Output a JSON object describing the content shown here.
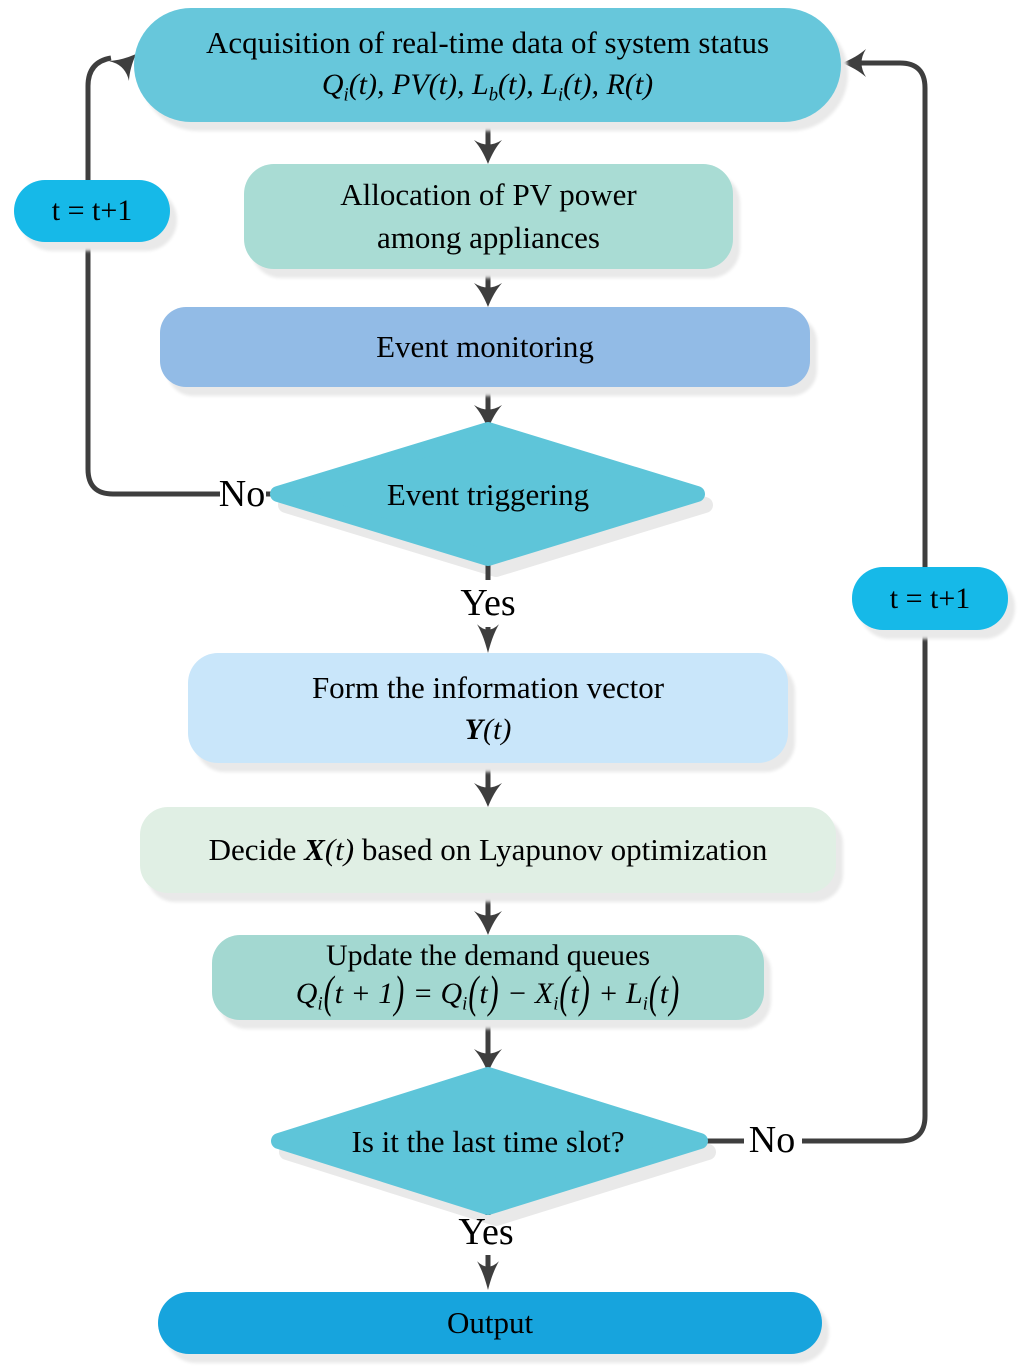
{
  "title": "Event-triggered PV power allocation flowchart",
  "colors": {
    "acquisition": "#67C7DB",
    "allocation": "#A9DCD4",
    "event_monitoring": "#92BBE6",
    "diamond": "#5EC5D9",
    "form_vector": "#C9E6FA",
    "decide": "#E0EFE4",
    "update": "#A3D8D1",
    "output": "#17A4DD",
    "t_box": "#16B9E8",
    "line": "#3E3E3E",
    "shadow": "#E9E9E9"
  },
  "nodes": {
    "acquisition": {
      "title": "Acquisition of real-time data of system status",
      "formula": [
        "Q",
        "_i",
        "(t), ",
        "PV",
        "(t), ",
        "L",
        "_b",
        "(t), ",
        "L",
        "_i",
        "(t), ",
        "R",
        "(t)"
      ]
    },
    "allocation": {
      "line1": "Allocation of PV power",
      "line2": "among appliances"
    },
    "event_monitoring": {
      "label": "Event monitoring"
    },
    "event_triggering": {
      "label": "Event triggering"
    },
    "form_vector": {
      "title": "Form the information vector",
      "formula": [
        "*Y",
        "(t)"
      ]
    },
    "decide": {
      "prefix": "Decide ",
      "formula": [
        "*X",
        "(t)"
      ],
      "suffix": " based on Lyapunov optimization"
    },
    "update": {
      "title": "Update the demand queues",
      "formula": [
        "Q",
        "_i",
        "(",
        "t + 1",
        ")",
        " = ",
        "Q",
        "_i",
        "(",
        "t",
        ")",
        " − ",
        "X",
        "_i",
        "(",
        "t",
        ")",
        " + ",
        "L",
        "_i",
        "(",
        "t",
        ")"
      ]
    },
    "last_slot": {
      "label": "Is it the last time slot?"
    },
    "output": {
      "label": "Output"
    },
    "t_increment_left": {
      "label": "t = t+1"
    },
    "t_increment_right": {
      "label": "t = t+1"
    }
  },
  "edge_labels": {
    "yes_top": "Yes",
    "no_left": "No",
    "yes_bottom": "Yes",
    "no_right": "No"
  }
}
